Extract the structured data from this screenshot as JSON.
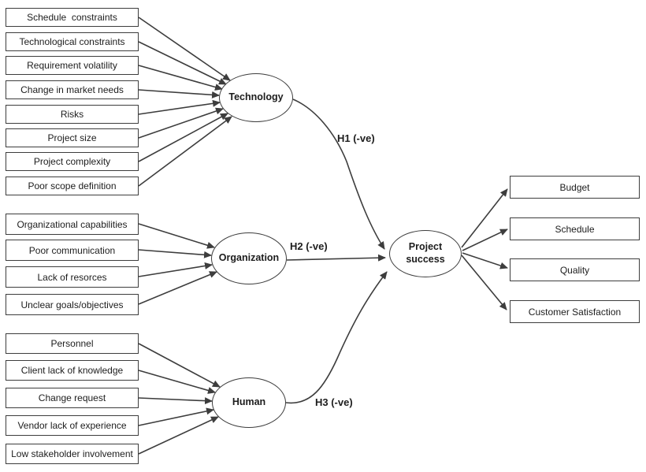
{
  "diagram": {
    "clusters": [
      {
        "construct": "Technology",
        "hypothesis": "H1 (-ve)",
        "factors": [
          "Schedule  constraints",
          "Technological constraints",
          "Requirement volatility",
          "Change in market needs",
          "Risks",
          "Project size",
          "Project complexity",
          "Poor scope definition"
        ]
      },
      {
        "construct": "Organization",
        "hypothesis": "H2 (-ve)",
        "factors": [
          "Organizational capabilities",
          "Poor communication",
          "Lack of resorces",
          "Unclear goals/objectives"
        ]
      },
      {
        "construct": "Human",
        "hypothesis": "H3 (-ve)",
        "factors": [
          "Personnel",
          "Client lack of knowledge",
          "Change request",
          "Vendor lack of experience",
          "Low stakeholder involvement"
        ]
      }
    ],
    "outcome": {
      "construct_line1": "Project",
      "construct_line2": "success",
      "measures": [
        "Budget",
        "Schedule",
        "Quality",
        "Customer Satisfaction"
      ]
    },
    "colors": {
      "stroke": "#3d3d3d",
      "text": "#1d1d1d",
      "background": "#ffffff"
    }
  }
}
